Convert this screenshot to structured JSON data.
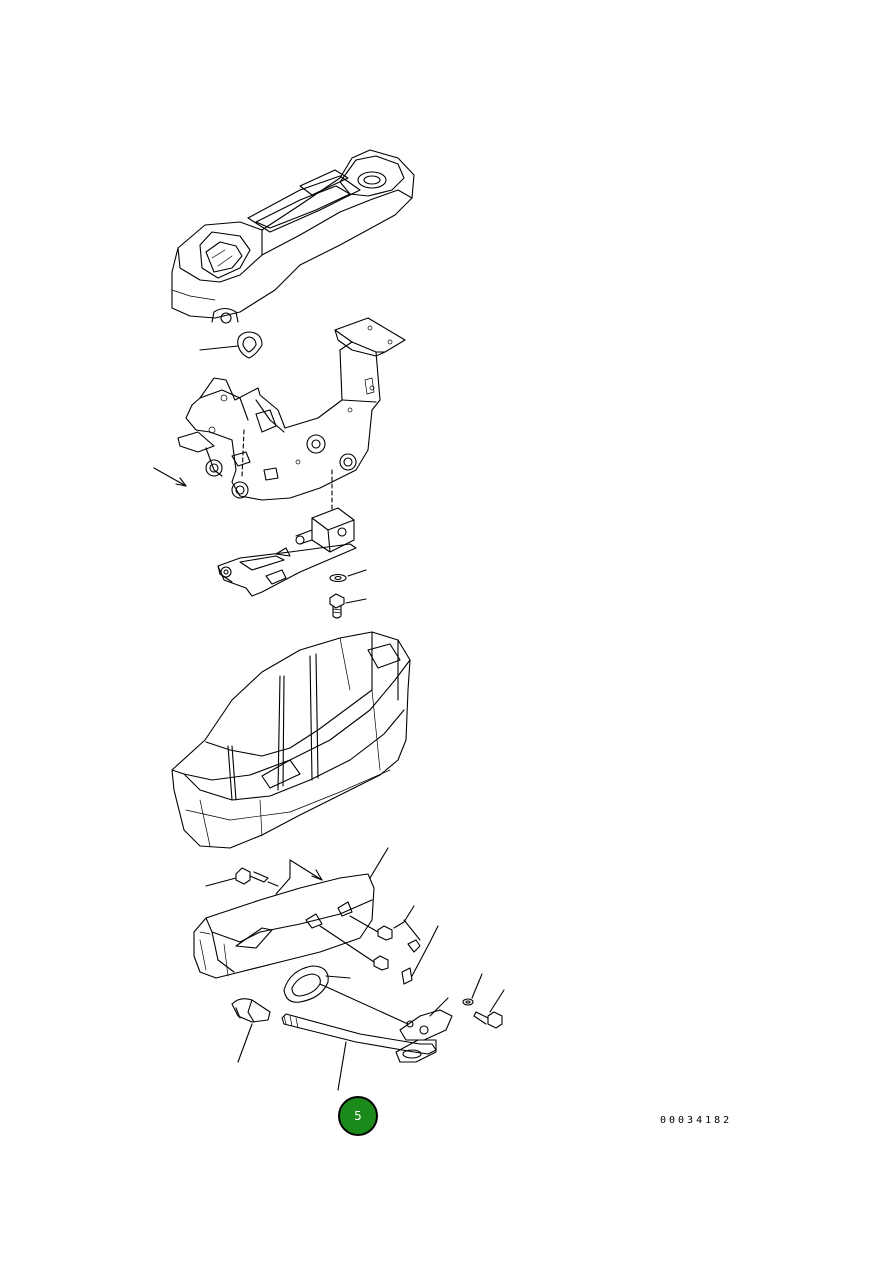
{
  "page": {
    "badge_label": "5",
    "drawing_number": "00034182"
  },
  "colors": {
    "badge_fill": "#1a8a1a",
    "line": "#000000",
    "background": "#ffffff"
  },
  "parts": [
    "console-top-cover",
    "grommet",
    "mounting-bracket",
    "lock-switch-bracket",
    "washer",
    "bolt",
    "lower-console-cover",
    "side-cover",
    "screw",
    "clip",
    "boot",
    "knob",
    "lock-lever",
    "washer-small",
    "bolt-small"
  ]
}
